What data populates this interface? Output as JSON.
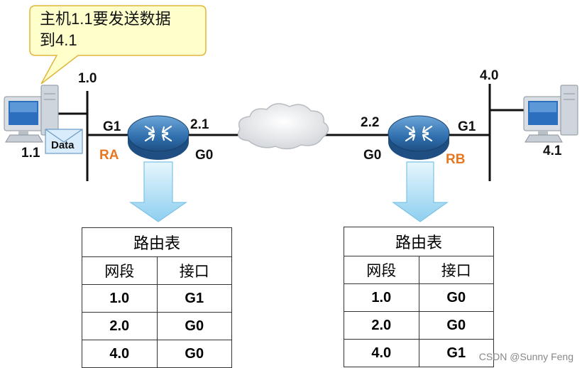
{
  "callout": {
    "line1": "主机1.1要发送数据",
    "line2": "到4.1"
  },
  "hosts": {
    "left_network": "1.0",
    "left_host": "1.1",
    "right_network": "4.0",
    "right_host": "4.1"
  },
  "packet": {
    "label": "Data"
  },
  "router_a": {
    "name": "RA",
    "g1": "G1",
    "g0": "G0",
    "ip": "2.1"
  },
  "router_b": {
    "name": "RB",
    "g1": "G1",
    "g0": "G0",
    "ip": "2.2"
  },
  "table_a": {
    "title": "路由表",
    "headers": [
      "网段",
      "接口"
    ],
    "rows": [
      [
        "1.0",
        "G1"
      ],
      [
        "2.0",
        "G0"
      ],
      [
        "4.0",
        "G0"
      ]
    ]
  },
  "table_b": {
    "title": "路由表",
    "headers": [
      "网段",
      "接口"
    ],
    "rows": [
      [
        "1.0",
        "G0"
      ],
      [
        "2.0",
        "G0"
      ],
      [
        "4.0",
        "G1"
      ]
    ]
  },
  "watermark": "CSDN @Sunny Feng",
  "colors": {
    "router_accent": "#e87722",
    "callout_fill": "#ffffcc",
    "arrow_fill": "#a9dcf5"
  }
}
